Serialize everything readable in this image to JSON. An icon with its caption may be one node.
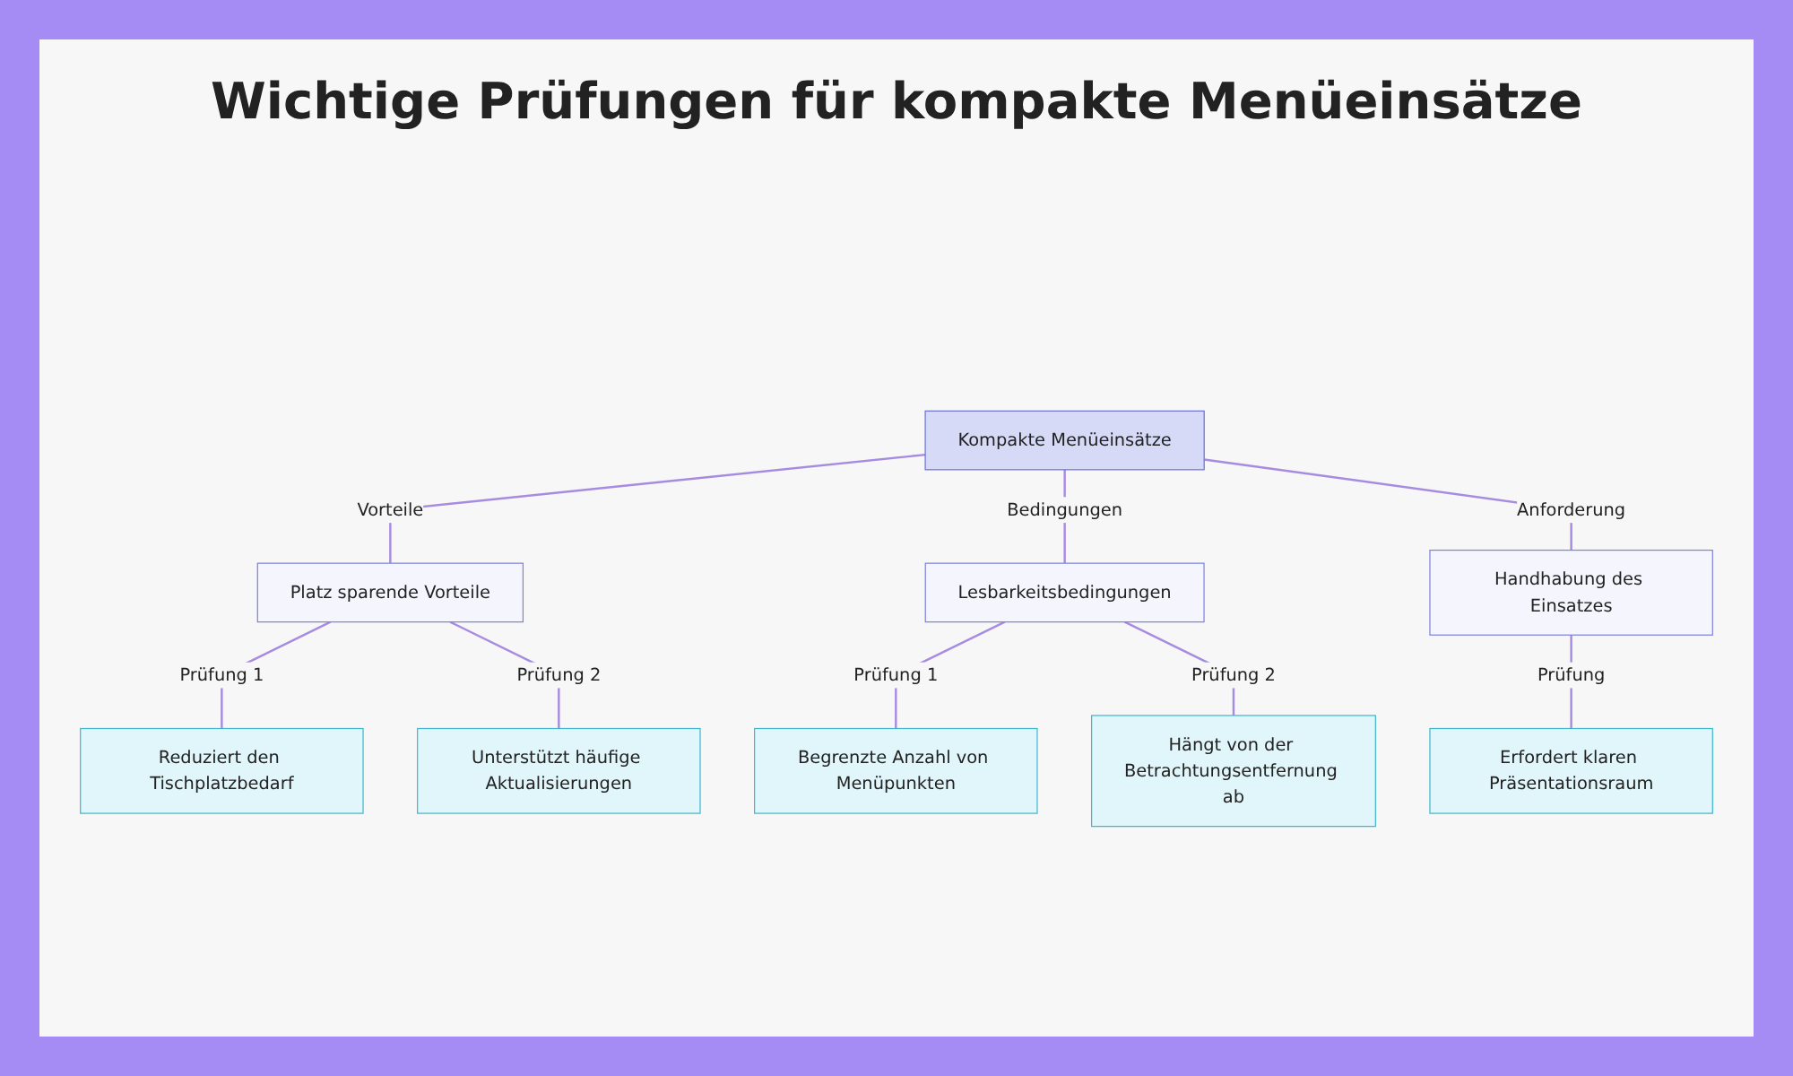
{
  "diagram": {
    "title": "Wichtige Prüfungen für kompakte Menüeinsätze",
    "nodes": [
      {
        "text": [
          "Kompakte Menüeinsätze"
        ]
      },
      {
        "text": [
          "Platz sparende Vorteile"
        ]
      },
      {
        "text": [
          "Lesbarkeitsbedingungen"
        ]
      },
      {
        "text": [
          "Handhabung des Einsatzes"
        ]
      },
      {
        "text": [
          "Reduziert den Tischplatzbedarf"
        ]
      },
      {
        "text": [
          "Unterstützt häufige Aktualisierungen"
        ]
      },
      {
        "text": [
          "Begrenzte Anzahl von Menüpunkten"
        ]
      },
      {
        "text": [
          "Hängt von der Betrachtungsentfernung ab"
        ]
      },
      {
        "text": [
          "Erfordert klaren Präsentationsraum"
        ]
      }
    ],
    "edges": [
      {
        "from": 0,
        "to": 1,
        "arrow": "none",
        "label": "Vorteile"
      },
      {
        "from": 0,
        "to": 2,
        "arrow": "none",
        "label": "Bedingungen"
      },
      {
        "from": 0,
        "to": 3,
        "arrow": "none",
        "label": "Anforderung"
      },
      {
        "from": 1,
        "to": 4,
        "arrow": "none",
        "label": "Prüfung 1"
      },
      {
        "from": 1,
        "to": 5,
        "arrow": "none",
        "label": "Prüfung 2"
      },
      {
        "from": 2,
        "to": 6,
        "arrow": "none",
        "label": "Prüfung 1"
      },
      {
        "from": 2,
        "to": 7,
        "arrow": "none",
        "label": "Prüfung 2"
      },
      {
        "from": 3,
        "to": 8,
        "arrow": "none",
        "label": "Prüfung"
      }
    ]
  }
}
